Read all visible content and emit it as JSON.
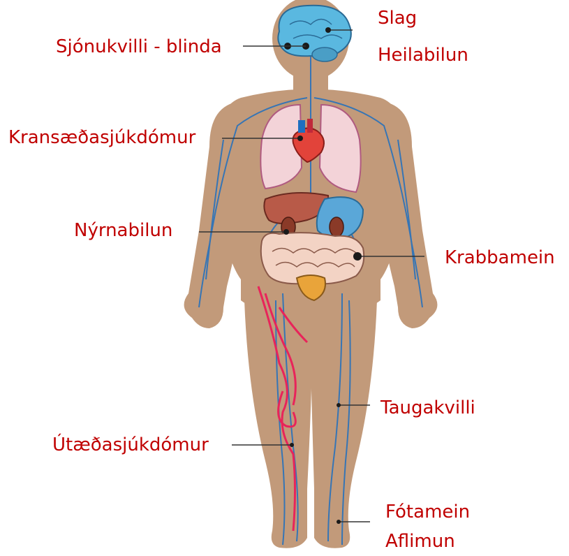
{
  "labels": {
    "slag": "Slag",
    "heilabilun": "Heilabilun",
    "sjonukvilli": "Sjónukvilli - blinda",
    "kransaed": "Kransæðasjúkdómur",
    "nyrnabilun": "Nýrnabilun",
    "krabbamein": "Krabbamein",
    "taugakvilli": "Taugakvilli",
    "utaed": "Útæðasjúkdómur",
    "fotamein": "Fótamein",
    "aflimun": "Aflimun"
  },
  "colors": {
    "label": "#c00000",
    "skin": "#c29a7a",
    "vein": "#1e6fc0",
    "artery": "#e8245a",
    "brain": "#5ab8e0",
    "lungs": "#f3d3d8",
    "heart": "#e2433a",
    "liver": "#b85a48",
    "stomach": "#5aa7d8",
    "intestine": "#f3d3c4",
    "bladder": "#e9a43a",
    "leader": "#333333"
  },
  "icons": [
    "human-body-figure",
    "brain-icon",
    "eye-icon",
    "heart-icon",
    "lungs-icon",
    "liver-icon",
    "kidney-icon",
    "stomach-icon",
    "intestine-icon",
    "bladder-icon"
  ]
}
